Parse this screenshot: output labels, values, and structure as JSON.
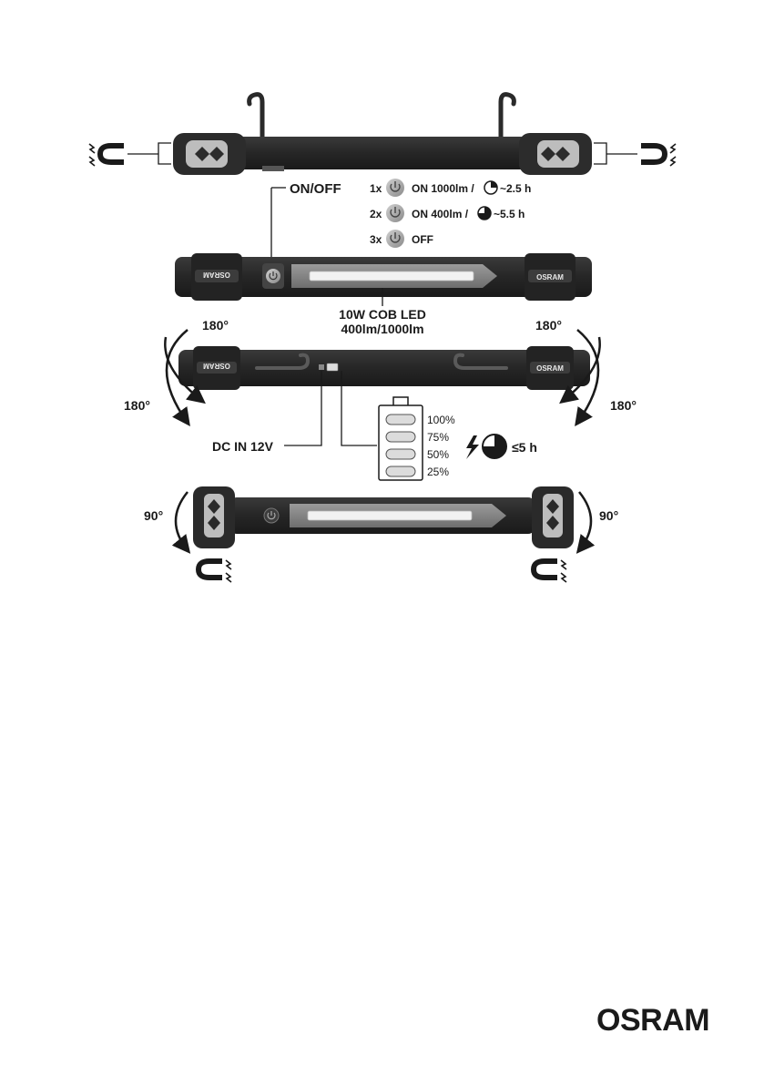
{
  "onoff": {
    "title": "ON/OFF",
    "modes": [
      {
        "press": "1x",
        "text": "ON 1000lm /",
        "runtime": "~2.5 h"
      },
      {
        "press": "2x",
        "text": "ON 400lm /",
        "runtime": "~5.5 h"
      },
      {
        "press": "3x",
        "text": "OFF"
      }
    ]
  },
  "led": {
    "line1": "10W COB LED",
    "line2": "400lm/1000lm"
  },
  "rotation": {
    "angle_180": "180°",
    "angle_90": "90°"
  },
  "charging": {
    "dc_in": "DC IN 12V",
    "charge_time": "≤5 h",
    "battery_levels": [
      "100%",
      "75%",
      "50%",
      "25%"
    ]
  },
  "product_brand": "OSRAM",
  "brand_logo": "OSRAM",
  "colors": {
    "body": "#2b2b2b",
    "light": "#e6e6e6",
    "accent": "#9a9a9a"
  }
}
